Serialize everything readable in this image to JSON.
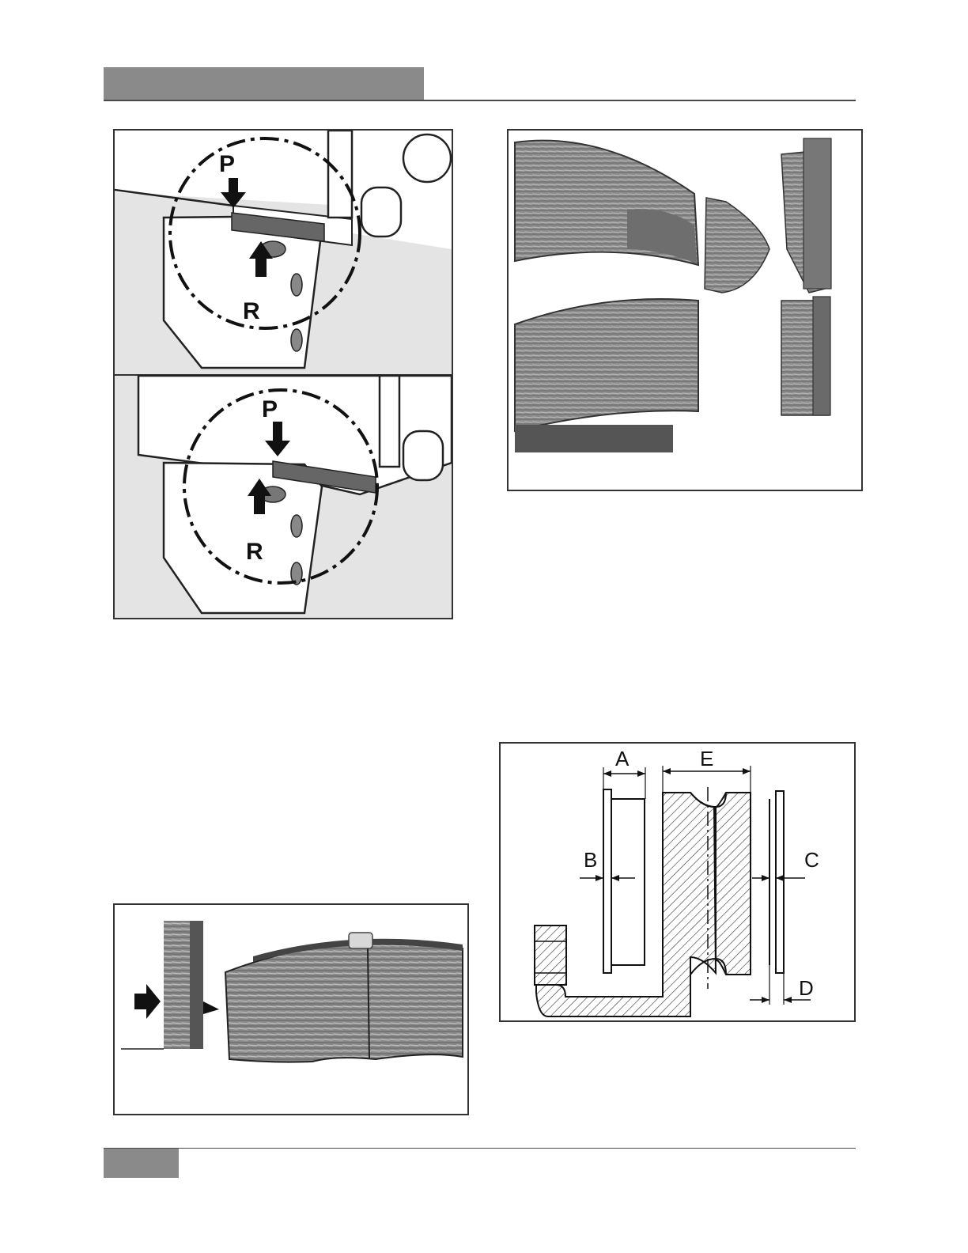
{
  "figures": {
    "caliper_top": {
      "label_p": "P",
      "label_r": "R"
    },
    "caliper_bottom": {
      "label_p": "P",
      "label_r": "R"
    },
    "disc_section": {
      "label_a": "A",
      "label_b": "B",
      "label_c": "C",
      "label_d": "D",
      "label_e": "E"
    }
  },
  "colors": {
    "header_bar": "#8a8a8a",
    "rule": "#4a4a4a",
    "frame": "#333333"
  }
}
